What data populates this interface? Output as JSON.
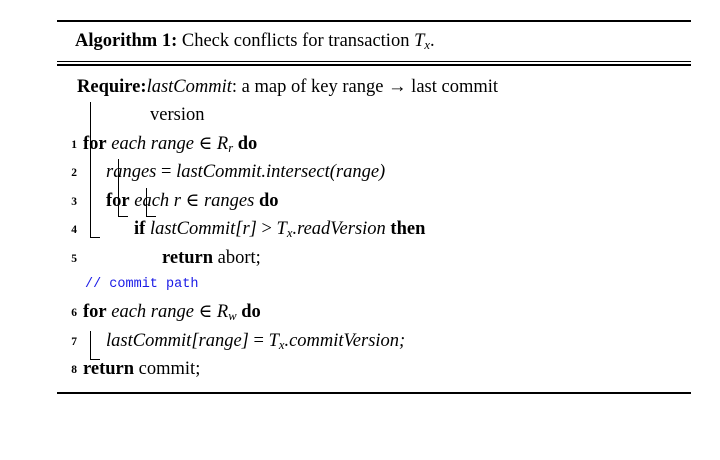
{
  "figure": {
    "caption": {
      "label": "Algorithm 1:",
      "title_before": " Check conflicts for transaction ",
      "title_var": "T",
      "title_sub": "x",
      "title_after": "."
    },
    "require": {
      "keyword": "Require",
      "colon": ":",
      "var": "lastCommit",
      "text": ": a map of key range → last commit",
      "continuation": "version"
    },
    "lines": [
      {
        "number": "1",
        "indent": 0,
        "parts": [
          {
            "kind": "kw",
            "text": "for"
          },
          {
            "kind": "space",
            "text": " "
          },
          {
            "kind": "it",
            "text": "each range"
          },
          {
            "kind": "space",
            "text": " "
          },
          {
            "kind": "plain",
            "text": "∈"
          },
          {
            "kind": "space",
            "text": " "
          },
          {
            "kind": "var-sub",
            "text": "R",
            "sub": "r"
          },
          {
            "kind": "space",
            "text": " "
          },
          {
            "kind": "kw",
            "text": "do"
          }
        ]
      },
      {
        "number": "2",
        "indent": 1,
        "parts": [
          {
            "kind": "it",
            "text": "ranges"
          },
          {
            "kind": "space",
            "text": " "
          },
          {
            "kind": "plain",
            "text": "="
          },
          {
            "kind": "space",
            "text": " "
          },
          {
            "kind": "it",
            "text": "lastCommit.intersect(range)"
          }
        ]
      },
      {
        "number": "3",
        "indent": 1,
        "parts": [
          {
            "kind": "kw",
            "text": "for"
          },
          {
            "kind": "space",
            "text": " "
          },
          {
            "kind": "it",
            "text": "each r"
          },
          {
            "kind": "space",
            "text": " "
          },
          {
            "kind": "plain",
            "text": "∈"
          },
          {
            "kind": "space",
            "text": " "
          },
          {
            "kind": "it",
            "text": "ranges"
          },
          {
            "kind": "space",
            "text": " "
          },
          {
            "kind": "kw",
            "text": "do"
          }
        ]
      },
      {
        "number": "4",
        "indent": 2,
        "parts": [
          {
            "kind": "kw",
            "text": "if"
          },
          {
            "kind": "space",
            "text": " "
          },
          {
            "kind": "it",
            "text": "lastCommit[r]"
          },
          {
            "kind": "space",
            "text": " "
          },
          {
            "kind": "plain",
            "text": ">"
          },
          {
            "kind": "space",
            "text": " "
          },
          {
            "kind": "var-sub",
            "text": "T",
            "sub": "x"
          },
          {
            "kind": "it",
            "text": ".readVersion"
          },
          {
            "kind": "space",
            "text": " "
          },
          {
            "kind": "kw",
            "text": "then"
          }
        ]
      },
      {
        "number": "5",
        "indent": 3,
        "parts": [
          {
            "kind": "kw",
            "text": "return"
          },
          {
            "kind": "space",
            "text": " "
          },
          {
            "kind": "plain",
            "text": "abort;"
          }
        ]
      },
      {
        "number": "6",
        "indent": 0,
        "parts": [
          {
            "kind": "kw",
            "text": "for"
          },
          {
            "kind": "space",
            "text": " "
          },
          {
            "kind": "it",
            "text": "each range"
          },
          {
            "kind": "space",
            "text": " "
          },
          {
            "kind": "plain",
            "text": "∈"
          },
          {
            "kind": "space",
            "text": " "
          },
          {
            "kind": "var-sub",
            "text": "R",
            "sub": "w"
          },
          {
            "kind": "space",
            "text": " "
          },
          {
            "kind": "kw",
            "text": "do"
          }
        ]
      },
      {
        "number": "7",
        "indent": 1,
        "parts": [
          {
            "kind": "it",
            "text": "lastCommit[range]"
          },
          {
            "kind": "space",
            "text": " "
          },
          {
            "kind": "plain",
            "text": "="
          },
          {
            "kind": "space",
            "text": " "
          },
          {
            "kind": "var-sub",
            "text": "T",
            "sub": "x"
          },
          {
            "kind": "it",
            "text": ".commitVersion;"
          }
        ]
      },
      {
        "number": "8",
        "indent": 0,
        "parts": [
          {
            "kind": "kw",
            "text": "return"
          },
          {
            "kind": "space",
            "text": " "
          },
          {
            "kind": "plain",
            "text": "commit;"
          }
        ]
      }
    ],
    "comment": {
      "text": "// commit path",
      "color": "#1a1ae6"
    }
  }
}
